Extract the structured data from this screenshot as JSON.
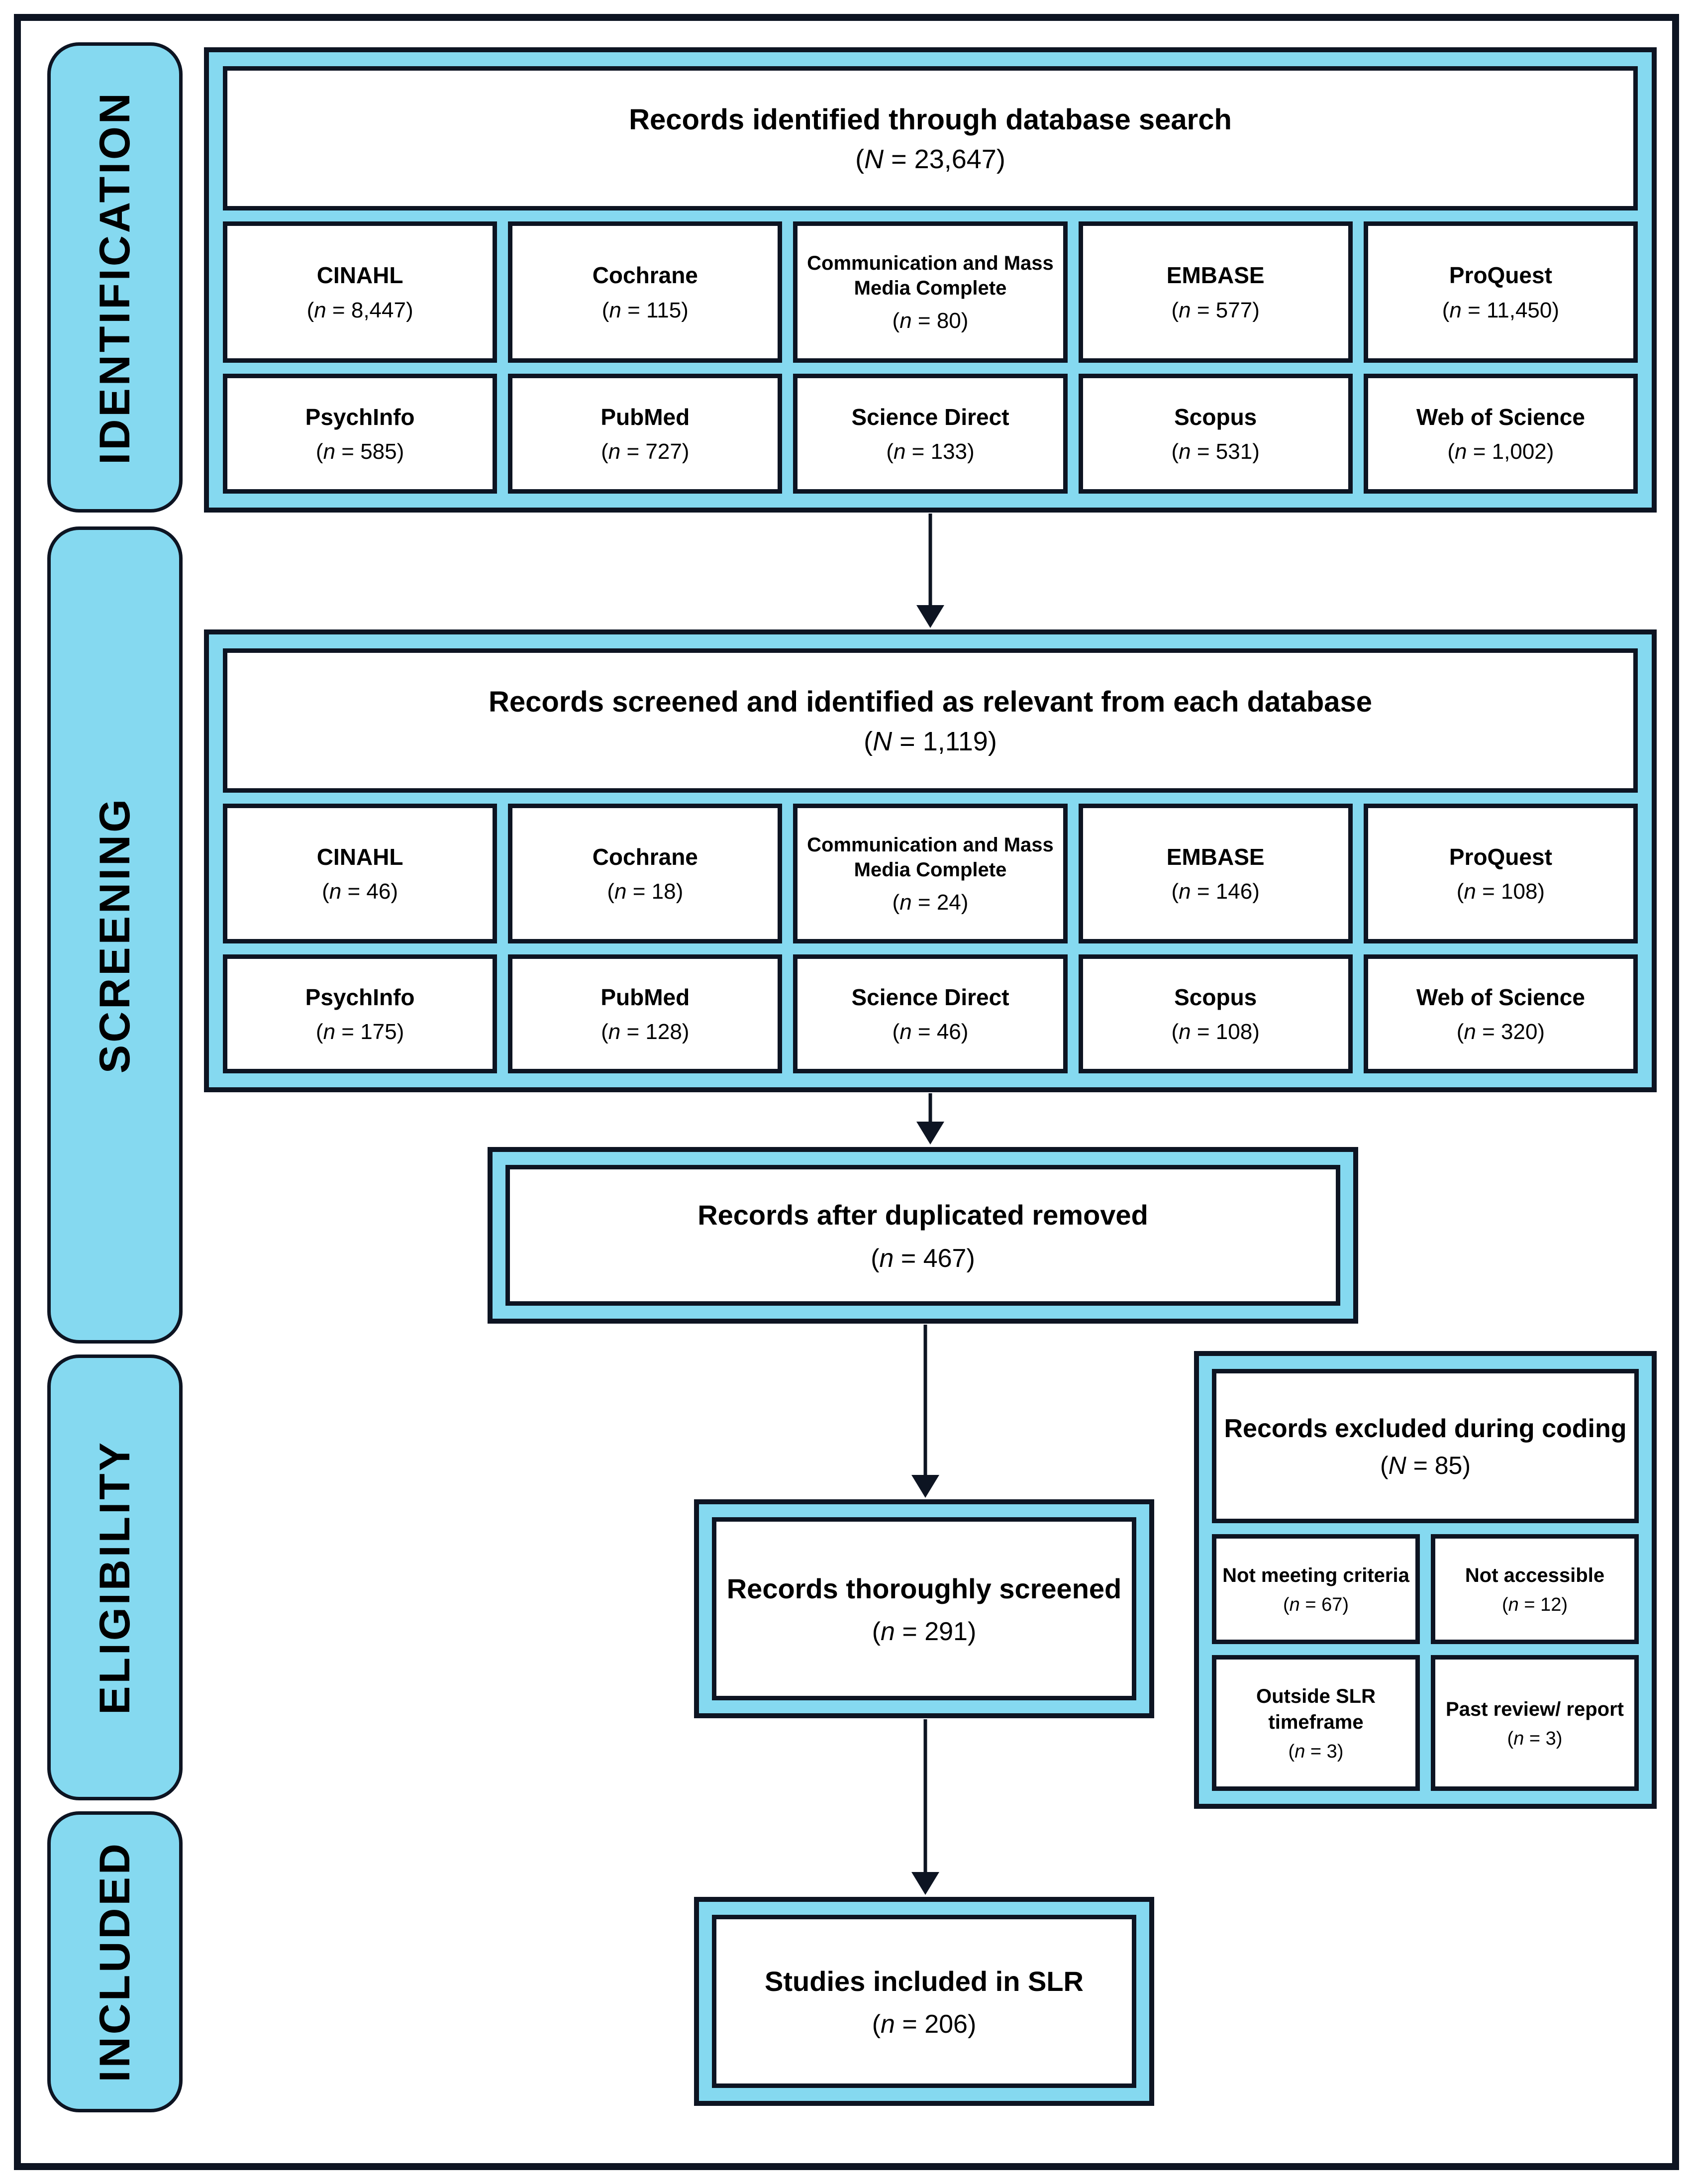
{
  "colors": {
    "cyan": "#85D9F0",
    "line": "#0D1422"
  },
  "stages": [
    {
      "label": "IDENTIFICATION"
    },
    {
      "label": "SCREENING"
    },
    {
      "label": "ELIGIBILITY"
    },
    {
      "label": "INCLUDED"
    }
  ],
  "identification": {
    "header": {
      "title": "Records identified through database search",
      "count": [
        "(",
        "N",
        " = 23,647)"
      ]
    },
    "databases": [
      {
        "name": "CINAHL",
        "count": [
          "(",
          "n",
          " = 8,447)"
        ]
      },
      {
        "name": "Cochrane",
        "count": [
          "(",
          "n",
          " = 115)"
        ]
      },
      {
        "name": "Communication and Mass Media Complete",
        "count": [
          "(",
          "n",
          " = 80)"
        ]
      },
      {
        "name": "EMBASE",
        "count": [
          "(",
          "n",
          " = 577)"
        ]
      },
      {
        "name": "ProQuest",
        "count": [
          "(",
          "n",
          " = 11,450)"
        ]
      },
      {
        "name": "PsychInfo",
        "count": [
          "(",
          "n",
          " = 585)"
        ]
      },
      {
        "name": "PubMed",
        "count": [
          "(",
          "n",
          " = 727)"
        ]
      },
      {
        "name": "Science Direct",
        "count": [
          "(",
          "n",
          " = 133)"
        ]
      },
      {
        "name": "Scopus",
        "count": [
          "(",
          "n",
          " = 531)"
        ]
      },
      {
        "name": "Web of Science",
        "count": [
          "(",
          "n",
          " = 1,002)"
        ]
      }
    ]
  },
  "screening": {
    "header": {
      "title": "Records screened and identified as relevant from each database",
      "count": [
        "(",
        "N",
        " = 1,119)"
      ]
    },
    "databases": [
      {
        "name": "CINAHL",
        "count": [
          "(",
          "n",
          " = 46)"
        ]
      },
      {
        "name": "Cochrane",
        "count": [
          "(",
          "n",
          " = 18)"
        ]
      },
      {
        "name": "Communication and Mass Media Complete",
        "count": [
          "(",
          "n",
          " = 24)"
        ]
      },
      {
        "name": "EMBASE",
        "count": [
          "(",
          "n",
          " = 146)"
        ]
      },
      {
        "name": "ProQuest",
        "count": [
          "(",
          "n",
          " = 108)"
        ]
      },
      {
        "name": "PsychInfo",
        "count": [
          "(",
          "n",
          " = 175)"
        ]
      },
      {
        "name": "PubMed",
        "count": [
          "(",
          "n",
          " = 128)"
        ]
      },
      {
        "name": "Science Direct",
        "count": [
          "(",
          "n",
          " = 46)"
        ]
      },
      {
        "name": "Scopus",
        "count": [
          "(",
          "n",
          " = 108)"
        ]
      },
      {
        "name": "Web of Science",
        "count": [
          "(",
          "n",
          " = 320)"
        ]
      }
    ],
    "dedup": {
      "title": "Records after duplicated removed",
      "count": [
        "(",
        "n",
        " = 467)"
      ]
    }
  },
  "eligibility": {
    "screened": {
      "title": "Records thoroughly screened",
      "count": [
        "(",
        "n",
        " = 291)"
      ]
    },
    "excluded": {
      "title": "Records excluded during coding",
      "count": [
        "(",
        "N",
        " = 85)"
      ],
      "reasons": [
        {
          "label": "Not meeting criteria",
          "count": [
            "(",
            "n",
            " = 67)"
          ]
        },
        {
          "label": "Not accessible",
          "count": [
            "(",
            "n",
            " = 12)"
          ]
        },
        {
          "label": "Outside SLR timeframe",
          "count": [
            "(",
            "n",
            " = 3)"
          ]
        },
        {
          "label": "Past review/ report",
          "count": [
            "(",
            "n",
            " = 3)"
          ]
        }
      ]
    }
  },
  "included": {
    "final": {
      "title": "Studies included in SLR",
      "count": [
        "(",
        "n",
        " = 206)"
      ]
    }
  }
}
